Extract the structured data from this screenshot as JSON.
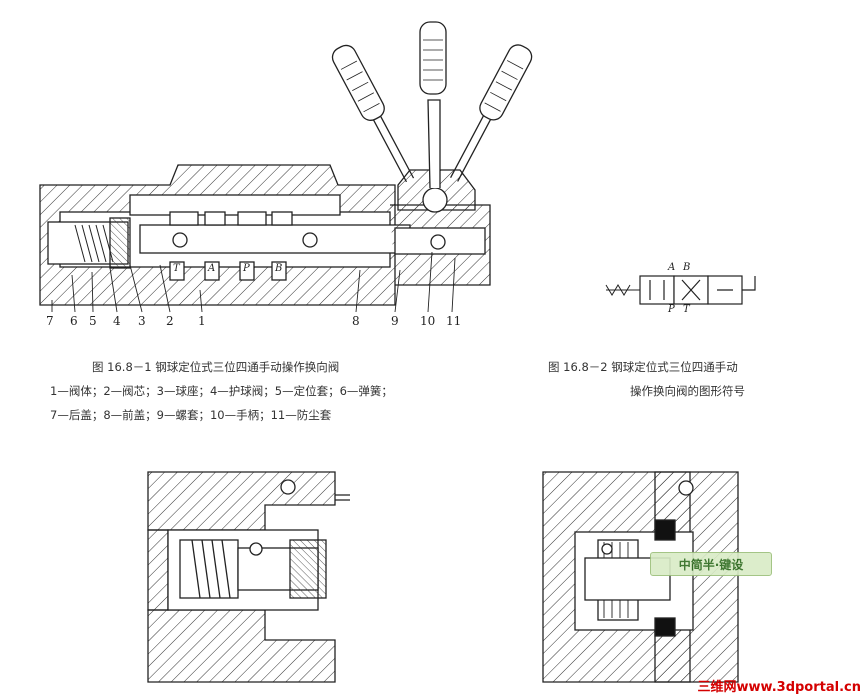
{
  "figure1": {
    "caption_title": "图 16.8－1  钢球定位式三位四通手动操作换向阀",
    "legend_line1": "1—阀体；2—阀芯；3—球座；4—护球阀；5—定位套；6—弹簧；",
    "legend_line2": "7—后盖；8—前盖；9—螺套；10—手柄；11—防尘套",
    "part_numbers": [
      "7",
      "6",
      "5",
      "4",
      "3",
      "2",
      "1",
      "8",
      "9",
      "10",
      "11"
    ],
    "port_labels": [
      "T",
      "A",
      "P",
      "B"
    ]
  },
  "figure2": {
    "caption_line1": "图 16.8－2  钢球定位式三位四通手动",
    "caption_line2": "操作换向阀的图形符号",
    "symbol_labels": [
      "A",
      "B",
      "P",
      "T"
    ]
  },
  "watermark": "中简半·键设",
  "site_mark": "三维网www.3dportal.cn"
}
